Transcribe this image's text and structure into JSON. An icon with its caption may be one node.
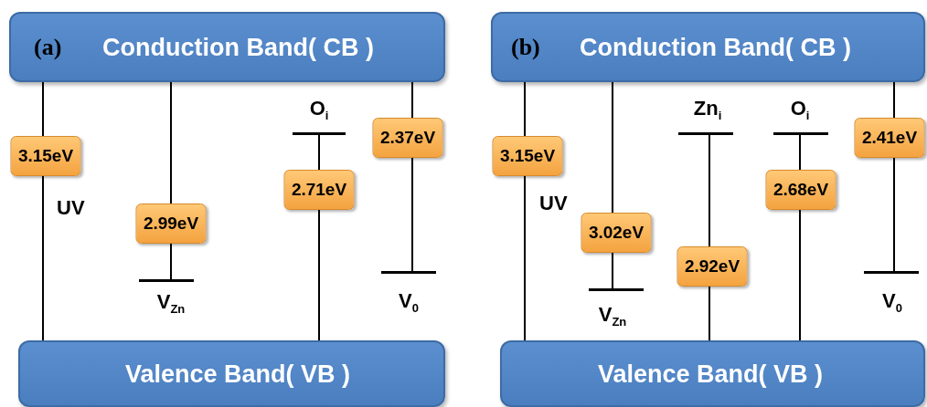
{
  "diagram": {
    "nodes": [
      {
        "text": [
          "(a)",
          "Conduction Band( CB )"
        ]
      },
      {
        "text": [
          "Valence Band( VB )"
        ]
      },
      {
        "text": [],
        "shape": "bar",
        "beside": [
          "V$_{Zn}$"
        ]
      },
      {
        "text": [],
        "shape": "bar",
        "beside": [
          "O$_{i}$"
        ]
      },
      {
        "text": [],
        "shape": "bar",
        "beside": [
          "V$_{0}$"
        ]
      },
      {
        "text": [
          "(b)",
          "Conduction Band( CB )"
        ]
      },
      {
        "text": [
          "Valence Band( VB )"
        ]
      },
      {
        "text": [],
        "shape": "bar",
        "beside": [
          "V$_{Zn}$"
        ]
      },
      {
        "text": [],
        "shape": "bar",
        "beside": [
          "Zn$_{i}$"
        ]
      },
      {
        "text": [],
        "shape": "bar",
        "beside": [
          "O$_{i}$"
        ]
      },
      {
        "text": [],
        "shape": "bar",
        "beside": [
          "V$_{0}$"
        ]
      }
    ],
    "edges": [
      {
        "from": 0,
        "to": 1,
        "arrow": "none",
        "label": "3.15eV"
      },
      {
        "from": 0,
        "to": 2,
        "arrow": "none",
        "label": "2.99eV"
      },
      {
        "from": 3,
        "to": 1,
        "arrow": "none",
        "label": "2.71eV"
      },
      {
        "from": 0,
        "to": 4,
        "arrow": "none",
        "label": "2.37eV"
      },
      {
        "from": 5,
        "to": 6,
        "arrow": "none",
        "label": "3.15eV"
      },
      {
        "from": 5,
        "to": 7,
        "arrow": "none",
        "label": "3.02eV"
      },
      {
        "from": 8,
        "to": 6,
        "arrow": "none",
        "label": "2.92eV"
      },
      {
        "from": 9,
        "to": 6,
        "arrow": "none",
        "label": "2.68eV"
      },
      {
        "from": 5,
        "to": 10,
        "arrow": "none",
        "label": "2.41eV"
      }
    ],
    "labels": [
      "UV",
      "UV"
    ]
  }
}
